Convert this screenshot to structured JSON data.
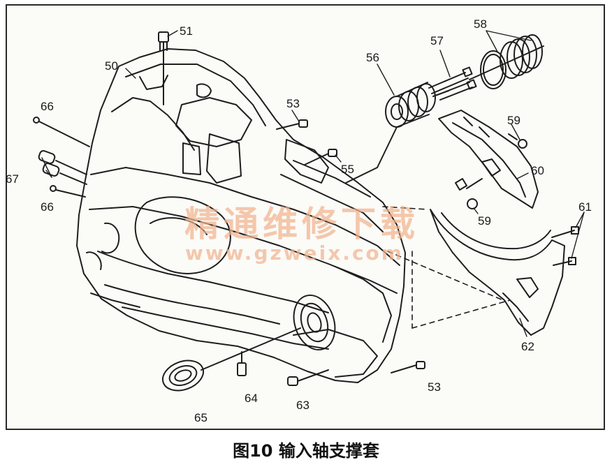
{
  "figure": {
    "caption": "图10 输入轴支撑套"
  },
  "watermark": {
    "line1": "精通维修下载",
    "line2": "www.gzweix.com"
  },
  "callouts": {
    "c50": "50",
    "c51": "51",
    "c53a": "53",
    "c53b": "53",
    "c55": "55",
    "c56": "56",
    "c57": "57",
    "c58": "58",
    "c59a": "59",
    "c59b": "59",
    "c60": "60",
    "c61": "61",
    "c62": "62",
    "c63": "63",
    "c64": "64",
    "c65": "65",
    "c66a": "66",
    "c66b": "66",
    "c67": "67"
  }
}
